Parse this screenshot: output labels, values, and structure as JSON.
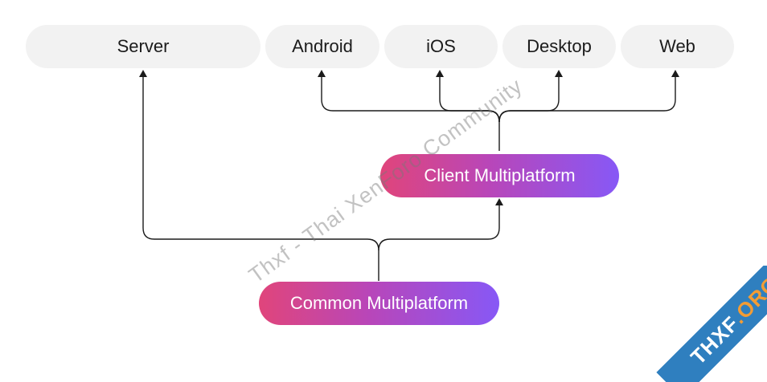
{
  "targets": {
    "server": "Server",
    "android": "Android",
    "ios": "iOS",
    "desktop": "Desktop",
    "web": "Web"
  },
  "modules": {
    "client": "Client Multiplatform",
    "common": "Common Multiplatform"
  },
  "watermark": "Thxf - Thai XenForo Community",
  "badge": {
    "name": "THXF",
    "tld": ".ORG"
  },
  "colors": {
    "target_bg": "#f2f2f2",
    "gradient_start": "#e0457b",
    "gradient_end": "#8758f6",
    "connector": "#1b1b1b",
    "badge_bg": "#2f7fbf",
    "badge_accent": "#f39c34"
  }
}
